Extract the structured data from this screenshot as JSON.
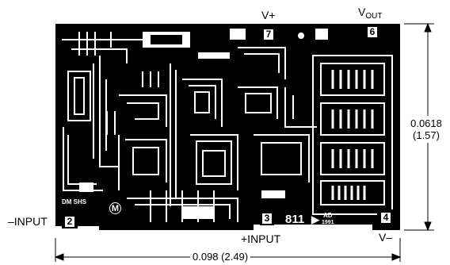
{
  "figure": {
    "colors": {
      "die": "#000000",
      "metal": "#ffffff",
      "background": "#ffffff"
    },
    "pins": [
      {
        "number": "7",
        "label": "V+"
      },
      {
        "number": "6",
        "label_main": "V",
        "label_sub": "OUT"
      },
      {
        "number": "2",
        "label": "–INPUT"
      },
      {
        "number": "3",
        "label": "+INPUT"
      },
      {
        "number": "4",
        "label": "V–"
      }
    ],
    "die_marks": {
      "initials": "DM SHS",
      "logo": "M",
      "part_number": "811",
      "date_code_line1": "AD",
      "date_code_line2": "1991"
    },
    "dimensions": {
      "width": "0.098 (2.49)",
      "height_line1": "0.0618",
      "height_line2": "(1.57)"
    }
  }
}
